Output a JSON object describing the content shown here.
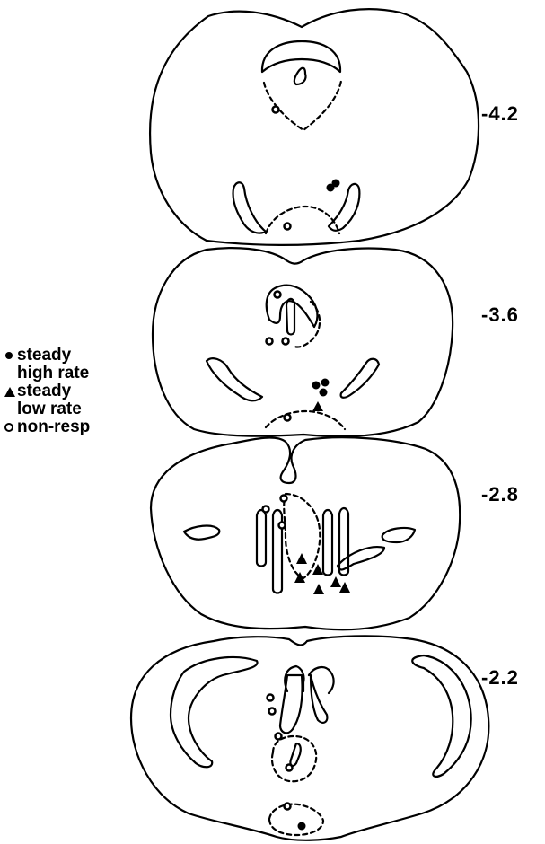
{
  "figure": {
    "levels": [
      "-4.2",
      "-3.6",
      "-2.8",
      "-2.2"
    ],
    "legend": [
      {
        "symbol": "filled-circle",
        "lines": [
          "steady",
          "high rate"
        ]
      },
      {
        "symbol": "filled-triangle",
        "lines": [
          "steady",
          "low rate"
        ]
      },
      {
        "symbol": "open-circle",
        "lines": [
          "non-resp"
        ]
      }
    ],
    "colors": {
      "ink": "#000000",
      "paper": "#ffffff"
    }
  }
}
